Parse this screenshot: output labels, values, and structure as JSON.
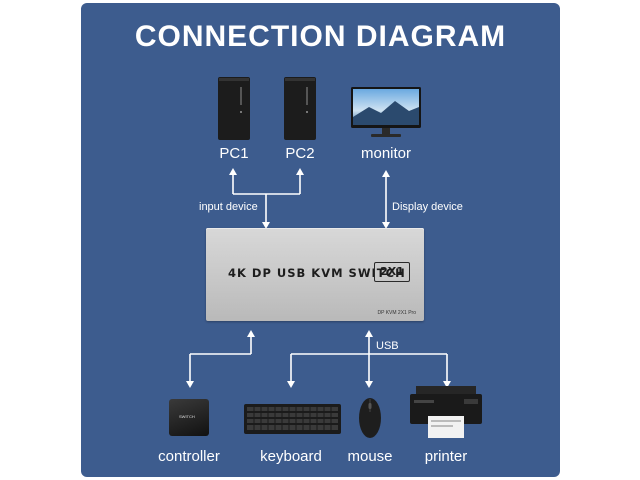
{
  "title": "CONNECTION DIAGRAM",
  "devices": {
    "pc1": "PC1",
    "pc2": "PC2",
    "monitor": "monitor",
    "controller": "controller",
    "keyboard": "keyboard",
    "mouse": "mouse",
    "printer": "printer"
  },
  "connections": {
    "input": "input device",
    "display": "Display device",
    "usb": "USB"
  },
  "kvm": {
    "name": "4K DP USB KVM SWITCH",
    "tag": "2X1",
    "model": "DP KVM 2X1 Pro"
  },
  "controller_badge": "SWITCH",
  "colors": {
    "background": "#3d5c8e",
    "text": "#ffffff",
    "switch_body": "#c8c8c8"
  }
}
